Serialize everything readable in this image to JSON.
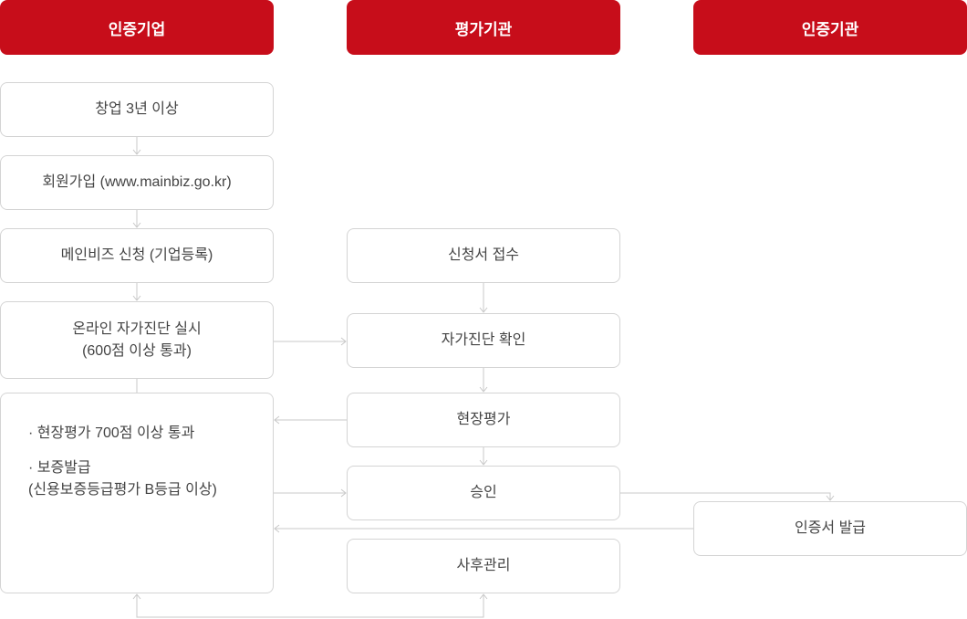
{
  "headers": {
    "company": "인증기업",
    "evaluator": "평가기관",
    "certifier": "인증기관"
  },
  "company_steps": {
    "founding": "창업 3년 이상",
    "signup": "회원가입 (www.mainbiz.go.kr)",
    "apply": "메인비즈 신청 (기업등록)",
    "self_check_line1": "온라인 자가진단 실시",
    "self_check_line2": "(600점 이상 통과)",
    "criteria_1": "· 현장평가 700점 이상 통과",
    "criteria_2_line1": "· 보증발급",
    "criteria_2_line2": "(신용보증등급평가 B등급 이상)"
  },
  "evaluator_steps": {
    "receipt": "신청서 접수",
    "self_check_confirm": "자가진단 확인",
    "field_eval": "현장평가",
    "approval": "승인",
    "post_mgmt": "사후관리"
  },
  "certifier_steps": {
    "issue": "인증서 발급"
  },
  "colors": {
    "header_bg": "#c70d1a",
    "border": "#d4d4d4",
    "connector": "#c8c8c8"
  }
}
